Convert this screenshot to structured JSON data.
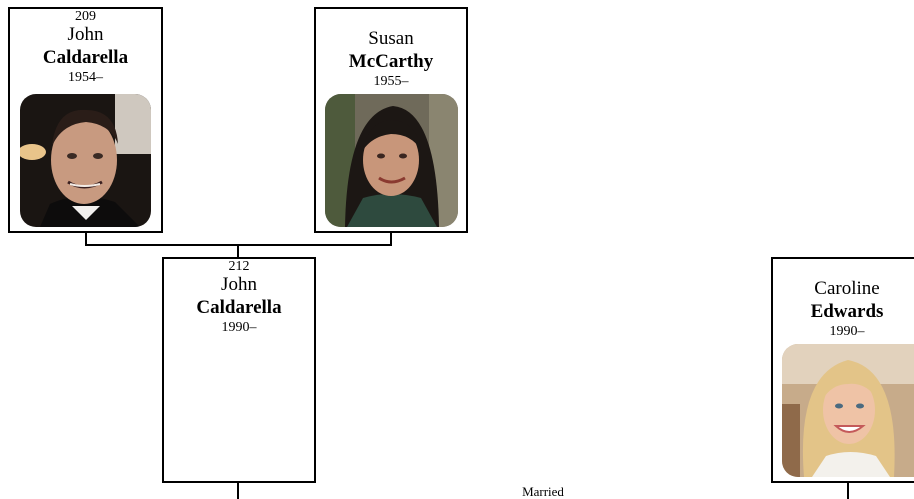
{
  "people": {
    "john_sr": {
      "id": "209",
      "first_name": "John",
      "last_name": "Caldarella",
      "years": "1954–"
    },
    "susan": {
      "id": "",
      "first_name": "Susan",
      "last_name": "McCarthy",
      "years": "1955–"
    },
    "john_jr": {
      "id": "212",
      "first_name": "John",
      "last_name": "Caldarella",
      "years": "1990–"
    },
    "caroline": {
      "id": "",
      "first_name": "Caroline",
      "last_name": "Edwards",
      "years": "1990–"
    }
  },
  "relationship": {
    "label": "Married"
  },
  "colors": {
    "border": "#000000",
    "background": "#ffffff"
  }
}
